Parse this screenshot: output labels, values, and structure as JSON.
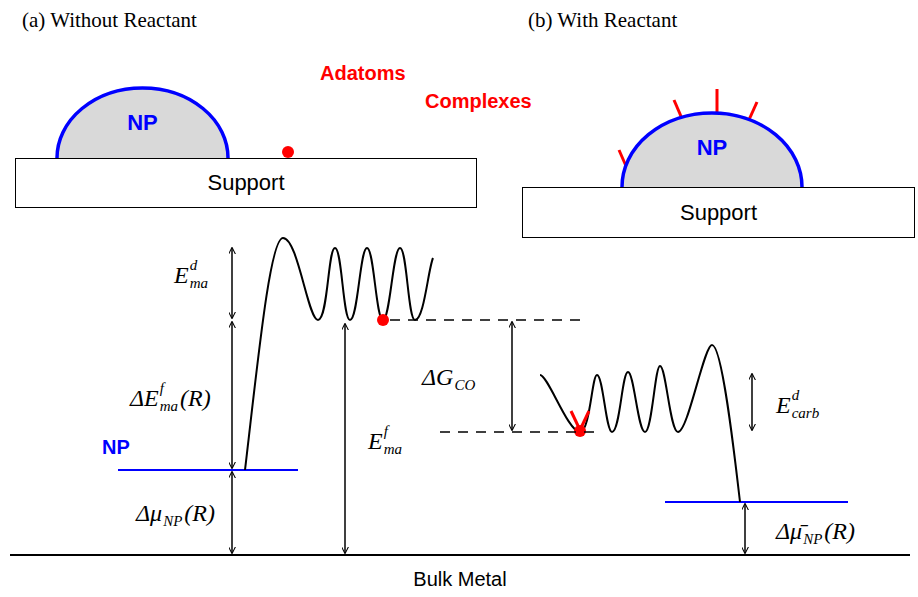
{
  "diagram": {
    "nodes": [
      {
        "text": [
          "NP"
        ]
      },
      {
        "text": [
          "Support"
        ]
      },
      {
        "text": [
          "NP"
        ]
      },
      {
        "text": [
          "Support"
        ]
      }
    ],
    "labels": [
      "(a) Without Reactant",
      "Adatoms",
      "(b) With Reactant",
      "Complexes",
      "E",
      "d",
      "ma",
      "ΔE",
      "f",
      "ma",
      "(R)",
      "NP",
      "Δμ",
      "NP",
      "(R)",
      "E",
      "f",
      "ma",
      "ΔG",
      "CO",
      "E",
      "d",
      "carb",
      "Δμ̄",
      "NP",
      "(R)",
      "Bulk Metal"
    ]
  }
}
